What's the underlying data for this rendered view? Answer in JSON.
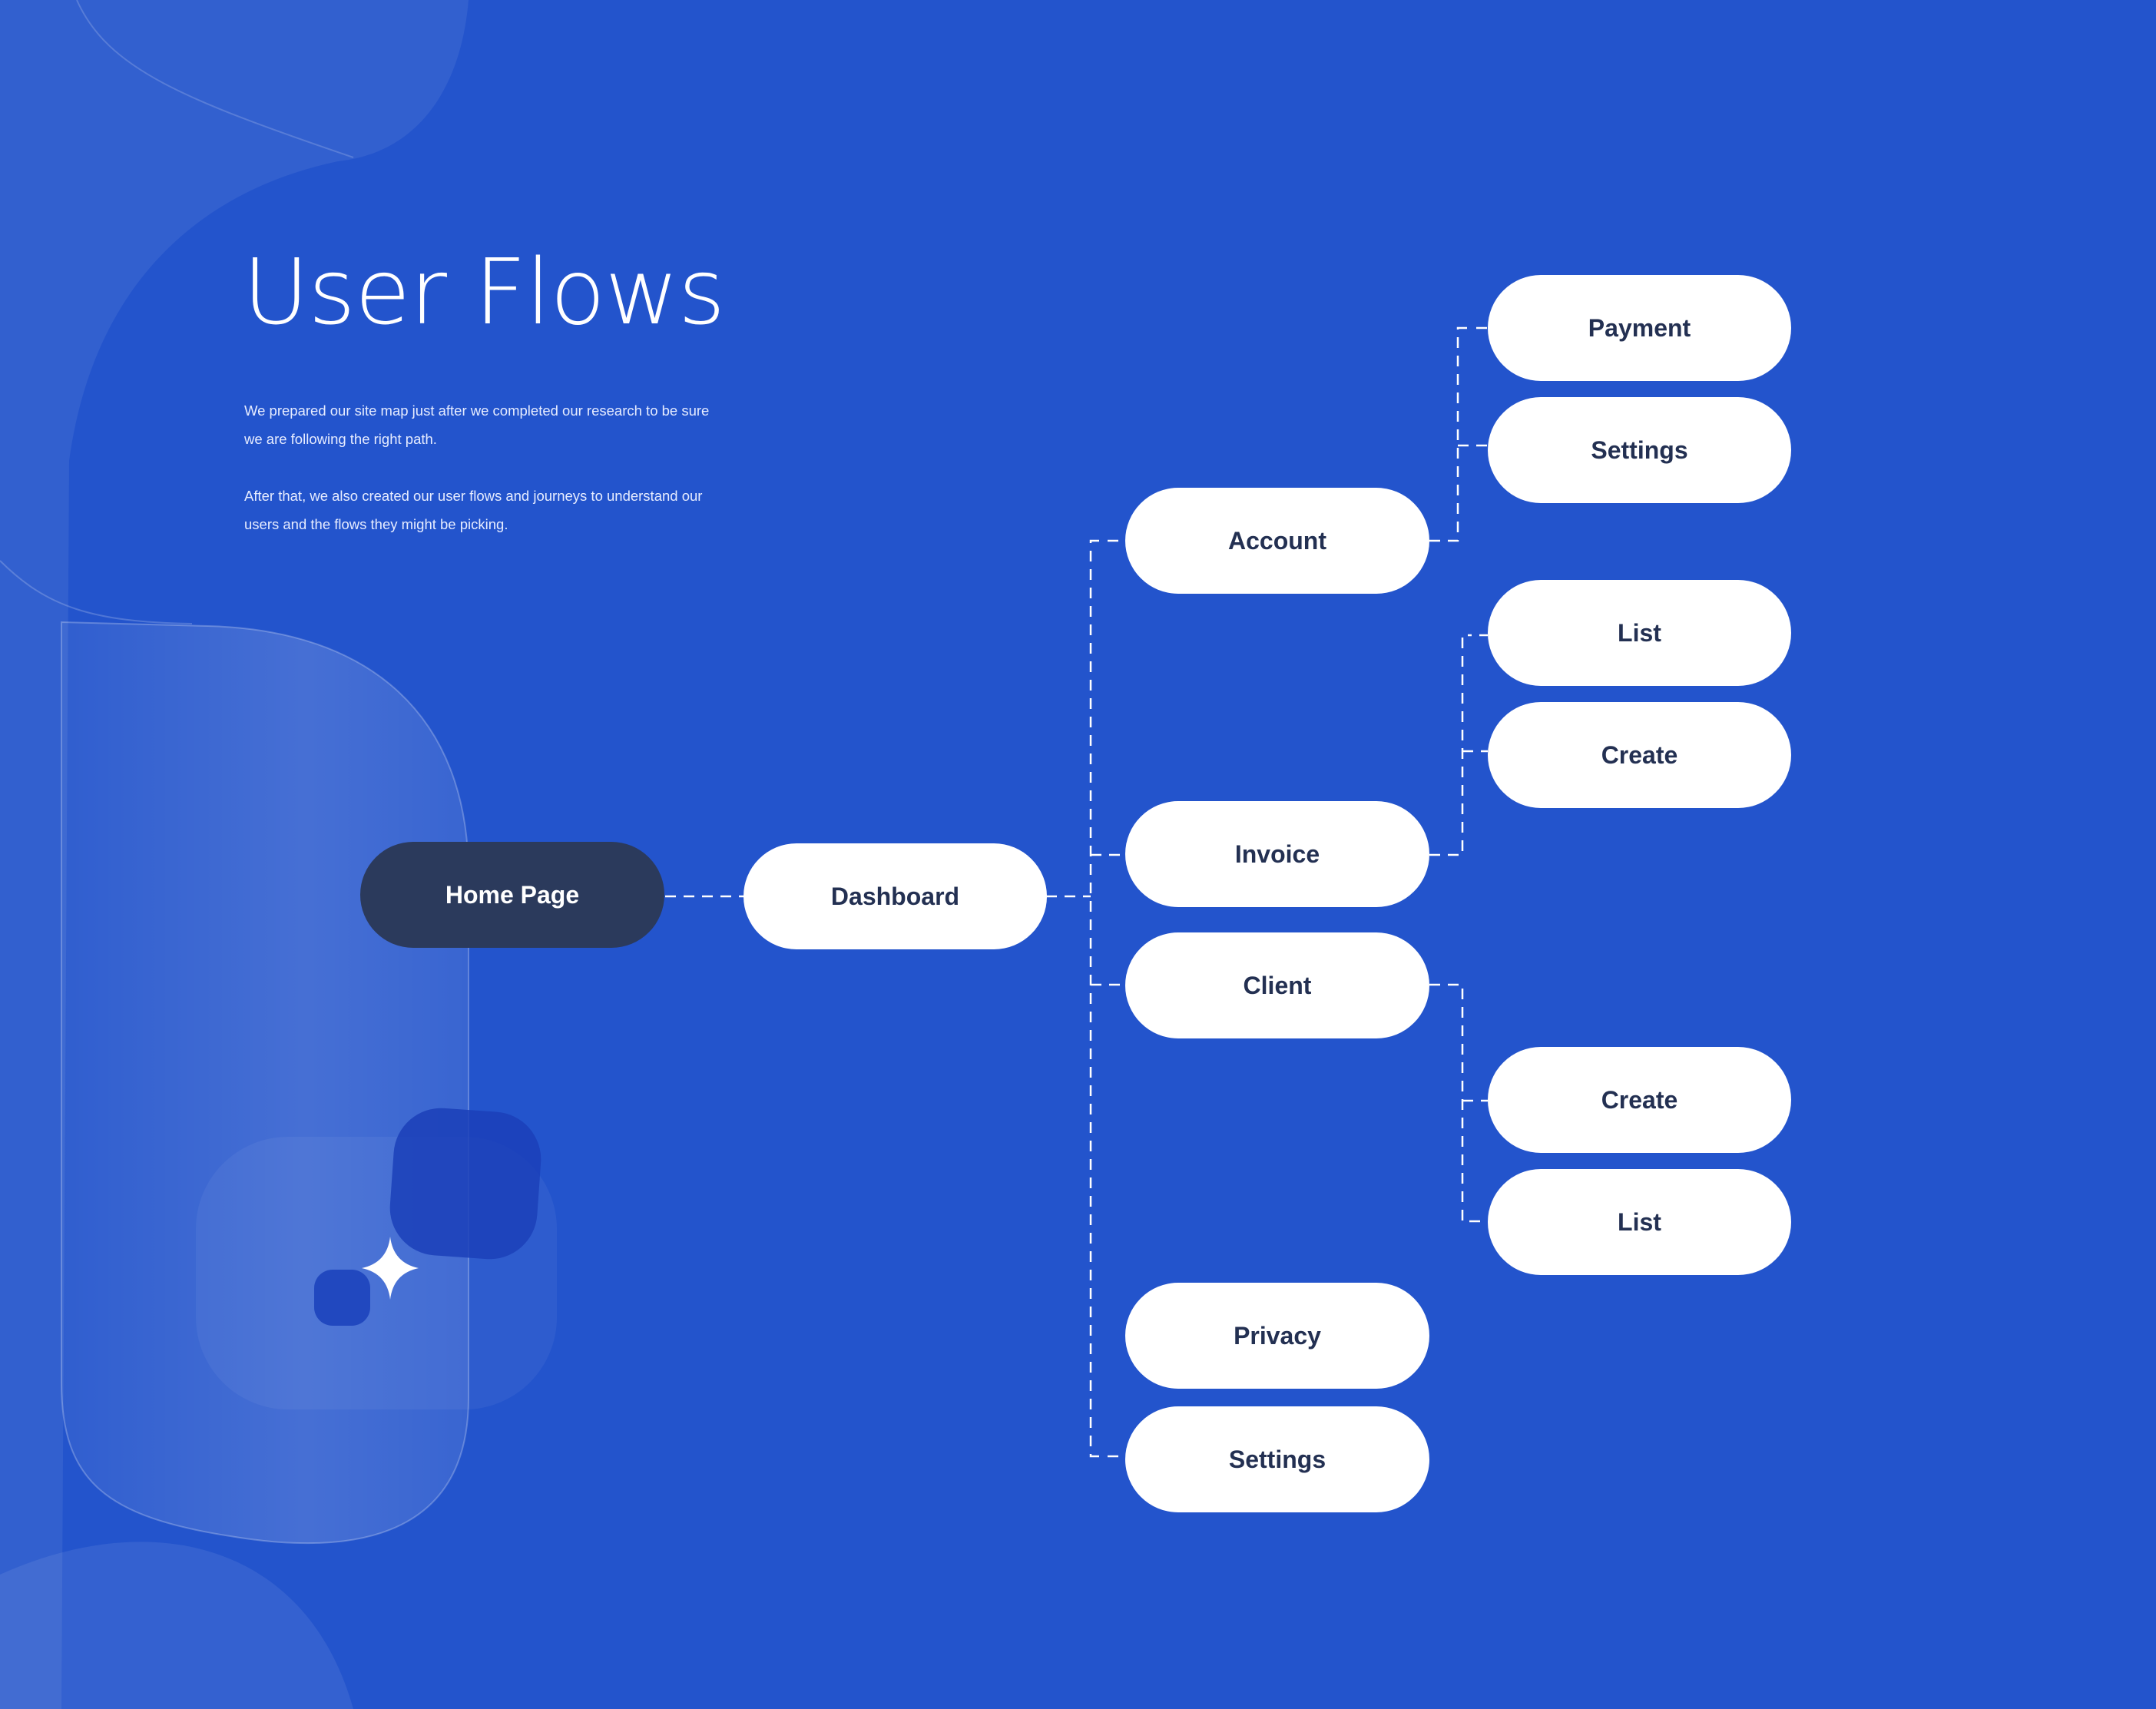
{
  "header": {
    "title": "User Flows"
  },
  "description": {
    "paragraph1_line1": "We prepared our site map just after we completed our research to be sure",
    "paragraph1_line2": "we are following the right path.",
    "paragraph2_line1": "After that, we also created our user flows and journeys to understand our",
    "paragraph2_line2": "users and the flows they might be picking."
  },
  "diagram": {
    "root": "Home Page",
    "level1": "Dashboard",
    "level2": {
      "account": "Account",
      "invoice": "Invoice",
      "client": "Client",
      "privacy": "Privacy",
      "settings": "Settings"
    },
    "account_children": {
      "payment": "Payment",
      "settings": "Settings"
    },
    "invoice_children": {
      "list": "List",
      "create": "Create"
    },
    "client_children": {
      "create": "Create",
      "list": "List"
    }
  },
  "colors": {
    "background": "#2354cc",
    "node_fill": "#ffffff",
    "node_text": "#233052",
    "root_fill": "#2b3a5c",
    "connector": "#ffffff"
  },
  "icons": {
    "sparkle": "four-point-star-icon"
  }
}
